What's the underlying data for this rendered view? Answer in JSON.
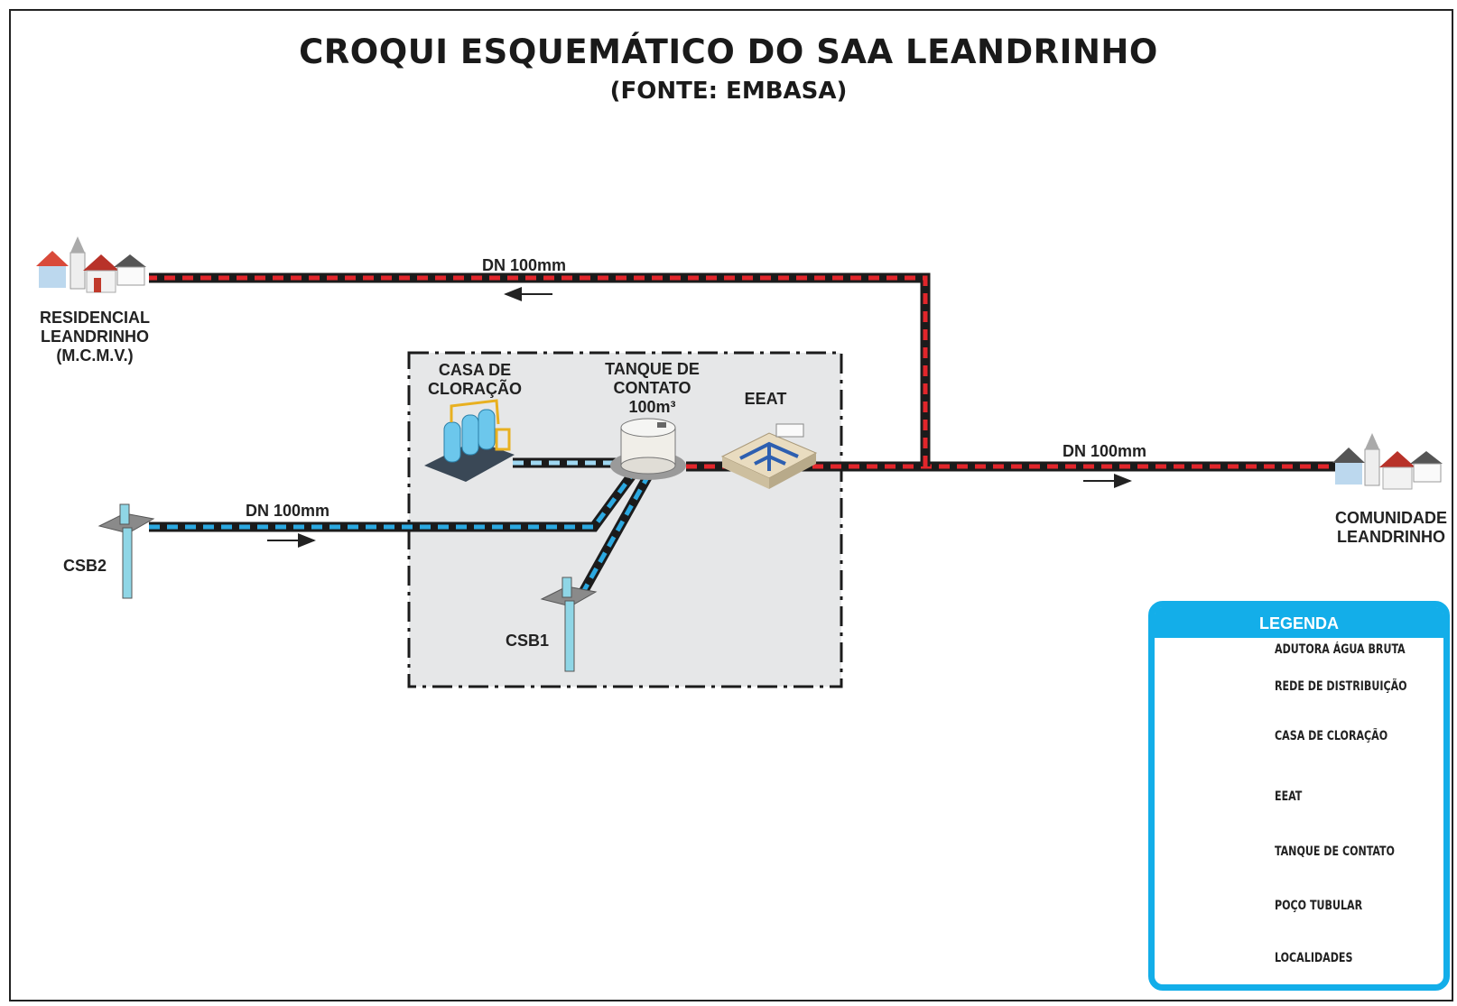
{
  "title": "CROQUI ESQUEMÁTICO DO SAA LEANDRINHO",
  "subtitle": "(FONTE: EMBASA)",
  "nodes": {
    "residencial": "RESIDENCIAL\nLEANDRINHO\n(M.C.M.V.)",
    "comunidade": "COMUNIDADE\nLEANDRINHO",
    "csb2": "CSB2",
    "csb1": "CSB1",
    "casa_cloracao": "CASA DE\nCLORAÇÃO",
    "tanque": "TANQUE DE\nCONTATO\n100m³",
    "eeat": "EEAT"
  },
  "pipes": {
    "dn_top": "DN 100mm",
    "dn_right": "DN 100mm",
    "dn_left": "DN 100mm"
  },
  "colors": {
    "raw_water": "#2ba8e0",
    "distribution": "#e2262b",
    "pipe_dark": "#1b1b1b",
    "legend_accent": "#13aee9",
    "plant_area": "#e6e7e8"
  },
  "legend": {
    "title": "LEGENDA",
    "items": [
      {
        "icon": "raw-water-pipe-icon",
        "label": "ADUTORA ÁGUA BRUTA"
      },
      {
        "icon": "distribution-pipe-icon",
        "label": "REDE DE DISTRIBUIÇÃO"
      },
      {
        "icon": "chlorination-house-icon",
        "label": "CASA DE CLORAÇÃO"
      },
      {
        "icon": "pump-station-icon",
        "label": "EEAT"
      },
      {
        "icon": "contact-tank-icon",
        "label": "TANQUE DE CONTATO"
      },
      {
        "icon": "tubular-well-icon",
        "label": "POÇO TUBULAR"
      },
      {
        "icon": "locality-icon",
        "label": "LOCALIDADES"
      }
    ]
  }
}
